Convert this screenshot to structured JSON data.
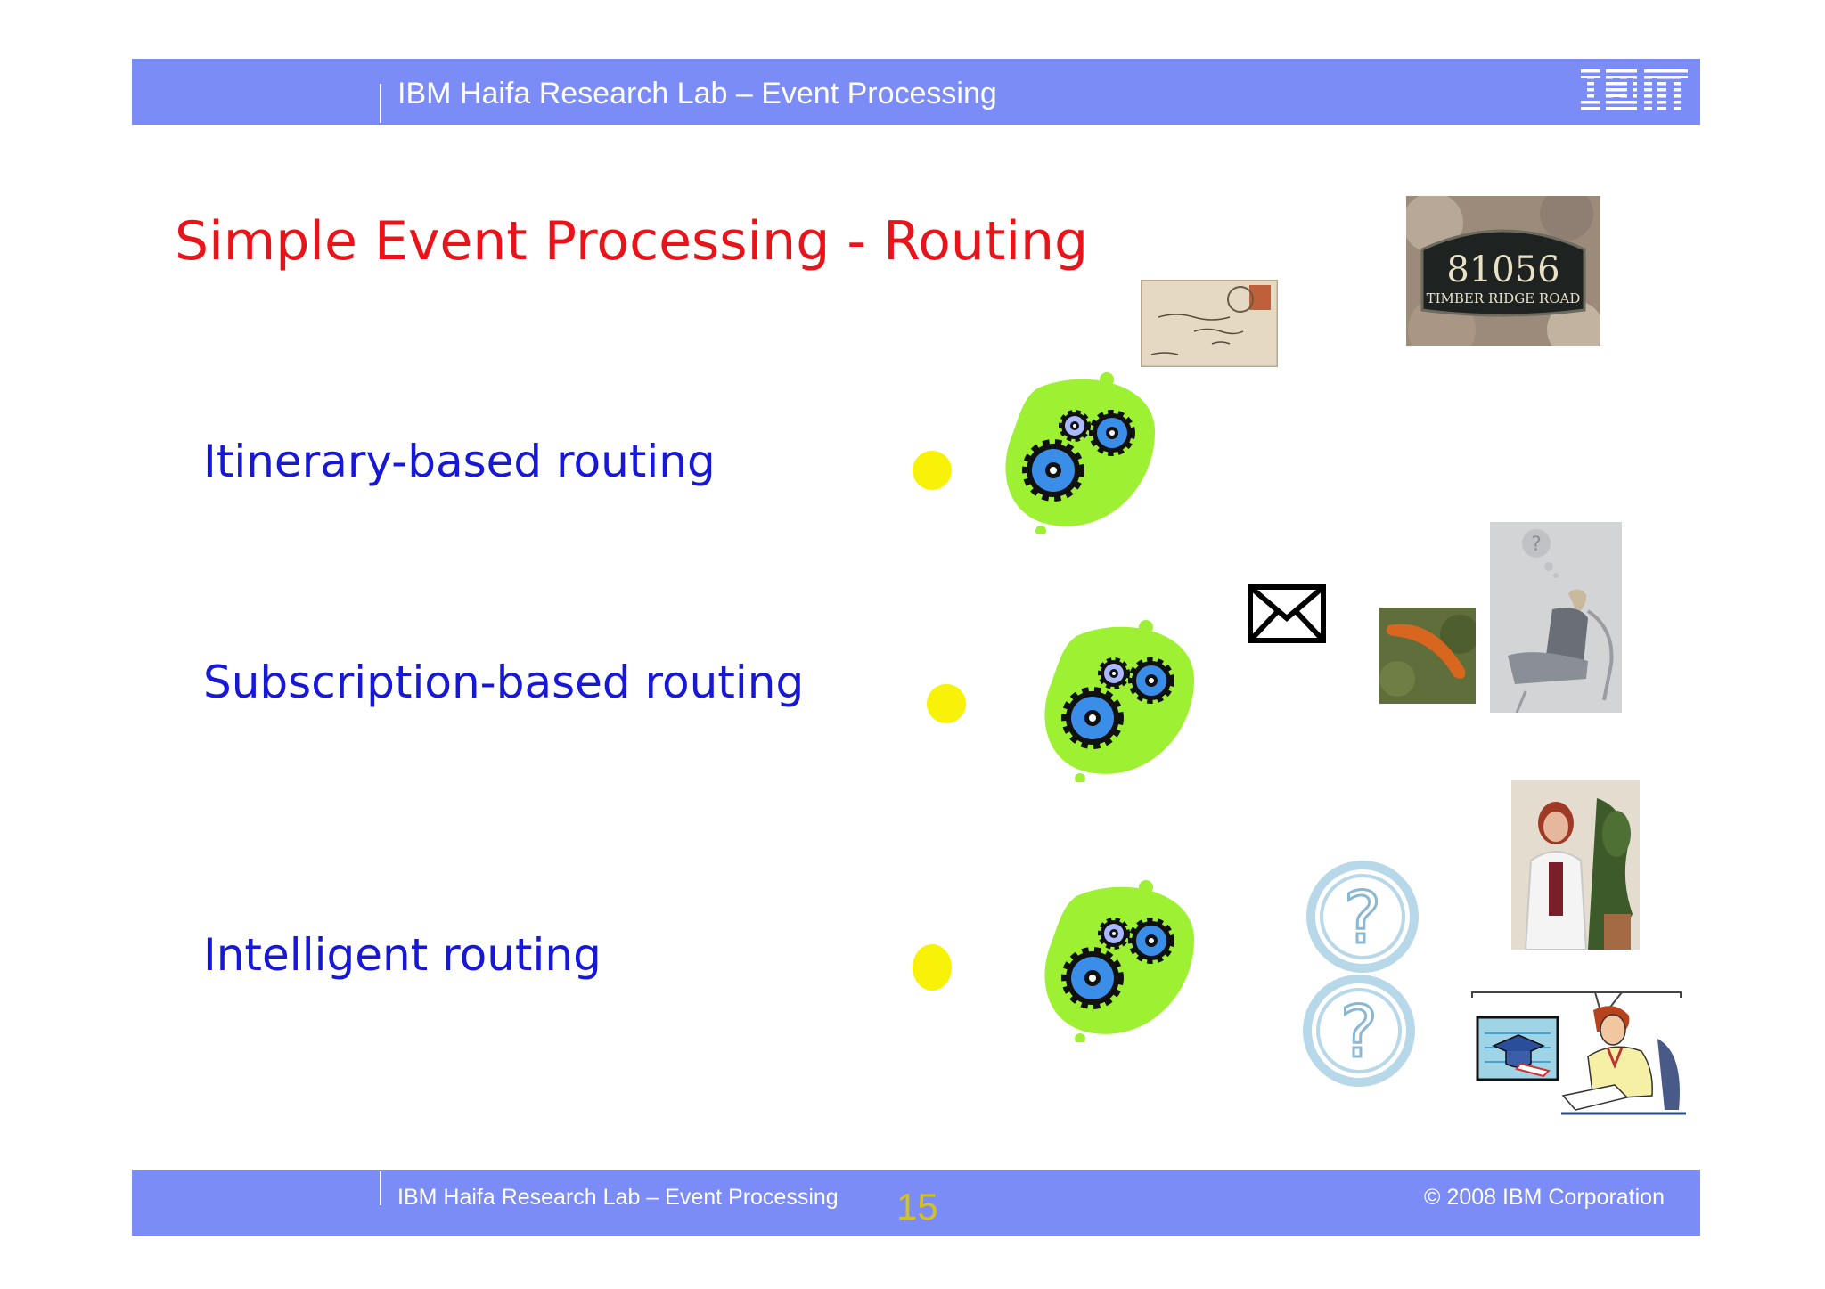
{
  "header": {
    "title": "IBM Haifa Research Lab – Event Processing",
    "logo_text": "IBM",
    "band_color": "#7b8cf6"
  },
  "slide": {
    "title": "Simple Event Processing - Routing",
    "title_color": "#e8141a",
    "items": [
      {
        "label": "Itinerary-based routing"
      },
      {
        "label": "Subscription-based routing"
      },
      {
        "label": "Intelligent routing"
      }
    ],
    "item_color": "#1717d6"
  },
  "images": {
    "address_plaque": {
      "number": "81056",
      "street": "TIMBER RIDGE ROAD"
    },
    "envelope_icon": "envelope-icon",
    "question_icon": "question-mark-icon",
    "gear_icon": "gears-icon"
  },
  "footer": {
    "left_text": "IBM Haifa Research Lab – Event Processing",
    "page_number": "15",
    "copyright": "© 2008 IBM Corporation"
  }
}
